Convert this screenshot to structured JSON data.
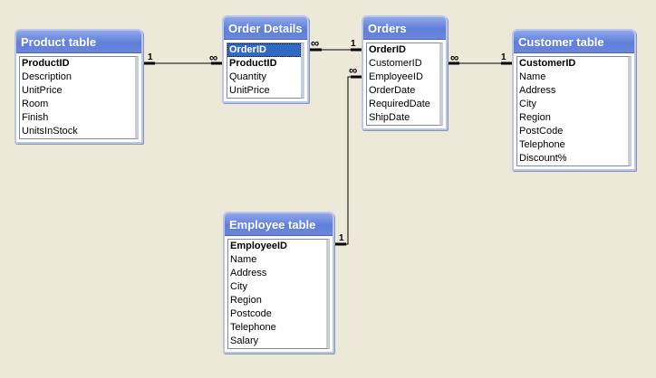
{
  "tables": {
    "product": {
      "title": "Product table",
      "fields": [
        "ProductID",
        "Description",
        "UnitPrice",
        "Room",
        "Finish",
        "UnitsInStock"
      ]
    },
    "order_details": {
      "title": "Order Details",
      "fields": [
        "OrderID",
        "ProductID",
        "Quantity",
        "UnitPrice"
      ]
    },
    "orders": {
      "title": "Orders",
      "fields": [
        "OrderID",
        "CustomerID",
        "EmployeeID",
        "OrderDate",
        "RequiredDate",
        "ShipDate"
      ]
    },
    "customer": {
      "title": "Customer table",
      "fields": [
        "CustomerID",
        "Name",
        "Address",
        "City",
        "Region",
        "PostCode",
        "Telephone",
        "Discount%"
      ]
    },
    "employee": {
      "title": "Employee table",
      "fields": [
        "EmployeeID",
        "Name",
        "Address",
        "City",
        "Region",
        "Postcode",
        "Telephone",
        "Salary"
      ]
    }
  },
  "relationships": {
    "one": "1",
    "many": "∞"
  },
  "colors": {
    "background": "#ece9d8",
    "title_bar": "#6b86db",
    "selection": "#316ac5"
  }
}
